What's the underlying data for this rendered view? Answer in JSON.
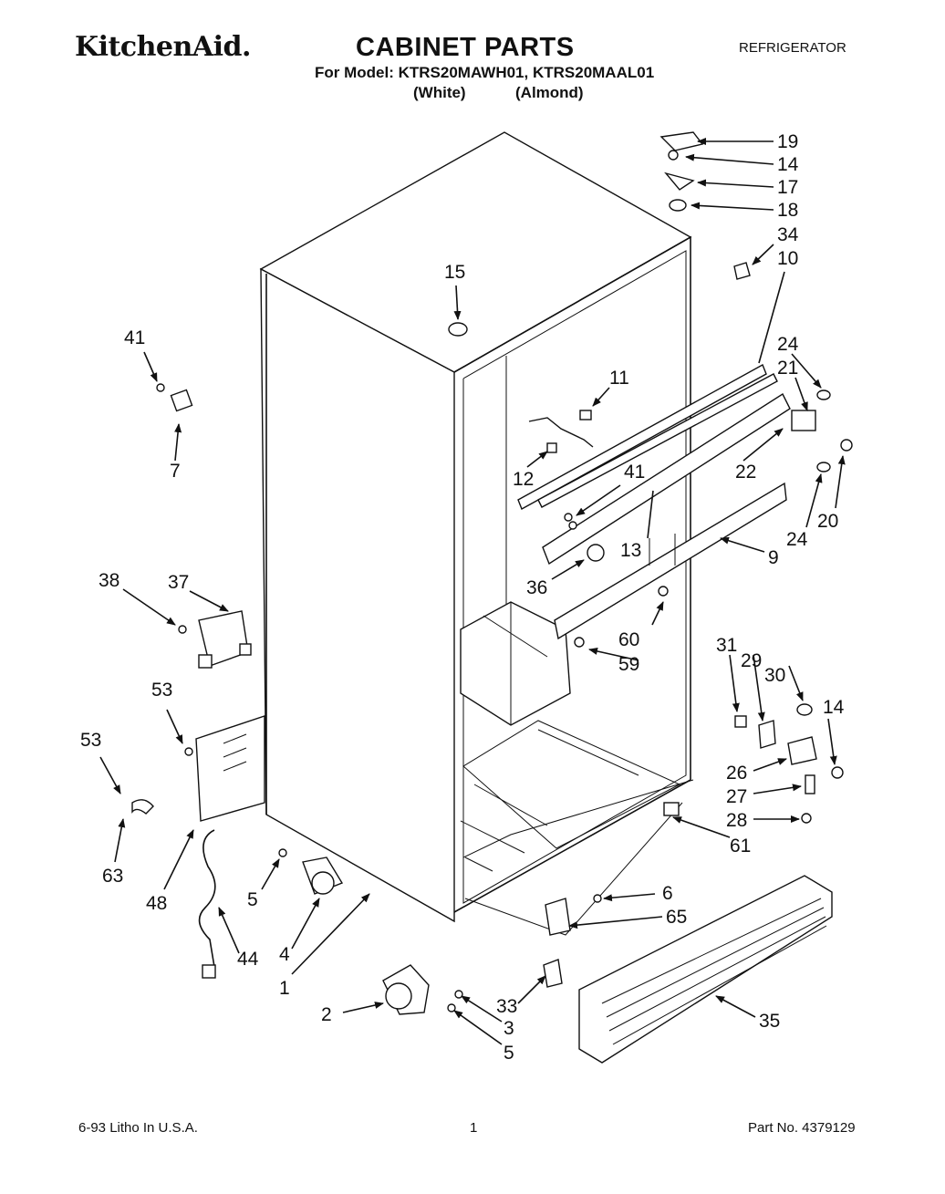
{
  "header": {
    "brand": "KitchenAid.",
    "title": "CABINET PARTS",
    "category": "REFRIGERATOR",
    "model_line": "For Model: KTRS20MAWH01, KTRS20MAAL01",
    "color_white": "(White)",
    "color_almond": "(Almond)"
  },
  "callouts": {
    "c19": "19",
    "c14a": "14",
    "c17": "17",
    "c18": "18",
    "c34": "34",
    "c10": "10",
    "c15": "15",
    "c41a": "41",
    "c7": "7",
    "c11": "11",
    "c24a": "24",
    "c21": "21",
    "c12": "12",
    "c41b": "41",
    "c22": "22",
    "c20": "20",
    "c24b": "24",
    "c13": "13",
    "c9": "9",
    "c38": "38",
    "c37": "37",
    "c36": "36",
    "c60": "60",
    "c59": "59",
    "c53a": "53",
    "c31": "31",
    "c29": "29",
    "c30": "30",
    "c14b": "14",
    "c53b": "53",
    "c26": "26",
    "c27": "27",
    "c28": "28",
    "c63": "63",
    "c61": "61",
    "c48": "48",
    "c5a": "5",
    "c6": "6",
    "c65": "65",
    "c4": "4",
    "c44": "44",
    "c1": "1",
    "c2": "2",
    "c33": "33",
    "c3": "3",
    "c5b": "5",
    "c35": "35"
  },
  "footer": {
    "date_litho": "6-93  Litho In U.S.A.",
    "page_number": "1",
    "part_number": "Part No. 4379129"
  }
}
